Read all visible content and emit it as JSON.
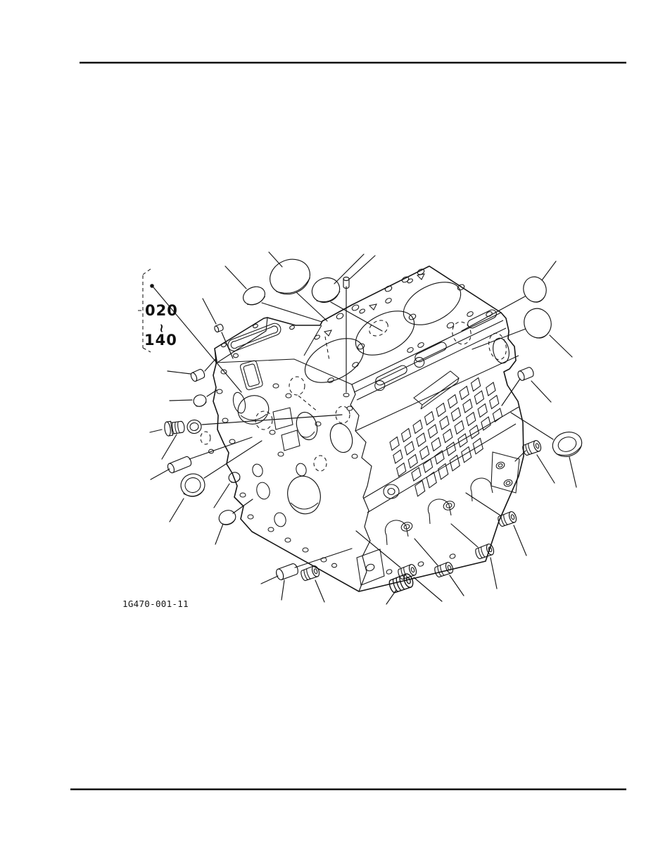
{
  "figure": {
    "callout_range": {
      "top": "020",
      "tilde": "~",
      "bottom": "140"
    },
    "figure_code": "1G470-001-11"
  },
  "drawing": {
    "subject": "engine cylinder block exploded parts diagram",
    "colors": {
      "ink": "#151515",
      "paper": "#ffffff"
    }
  }
}
